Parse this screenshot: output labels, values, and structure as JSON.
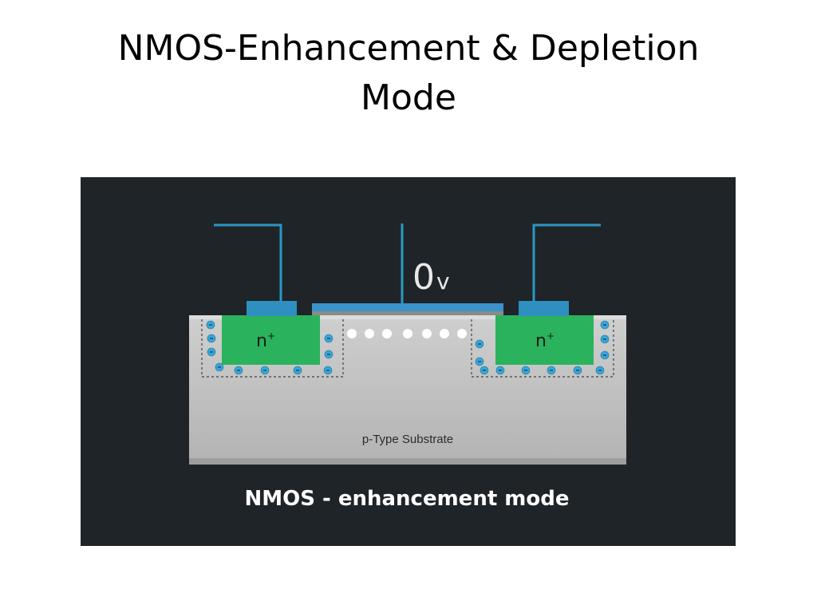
{
  "slide": {
    "title_line1": "NMOS-Enhancement & Depletion",
    "title_line2": "Mode"
  },
  "diagram": {
    "gate_voltage_number": "0",
    "gate_voltage_unit": "v",
    "source_label": "n",
    "drain_label": "n",
    "doping_superscript": "+",
    "substrate_label": "p-Type Substrate",
    "caption": "NMOS - enhancement mode",
    "colors": {
      "background": "#1f2428",
      "wire": "#2a97c4",
      "contact": "#2e8fc0",
      "gate_plate": "#3b93c9",
      "n_plus": "#2ab35c",
      "substrate": "#b9b9b9",
      "substrate_top": "#d2d2d2",
      "ion": "#39a6d8",
      "electron": "#ffffff"
    }
  }
}
